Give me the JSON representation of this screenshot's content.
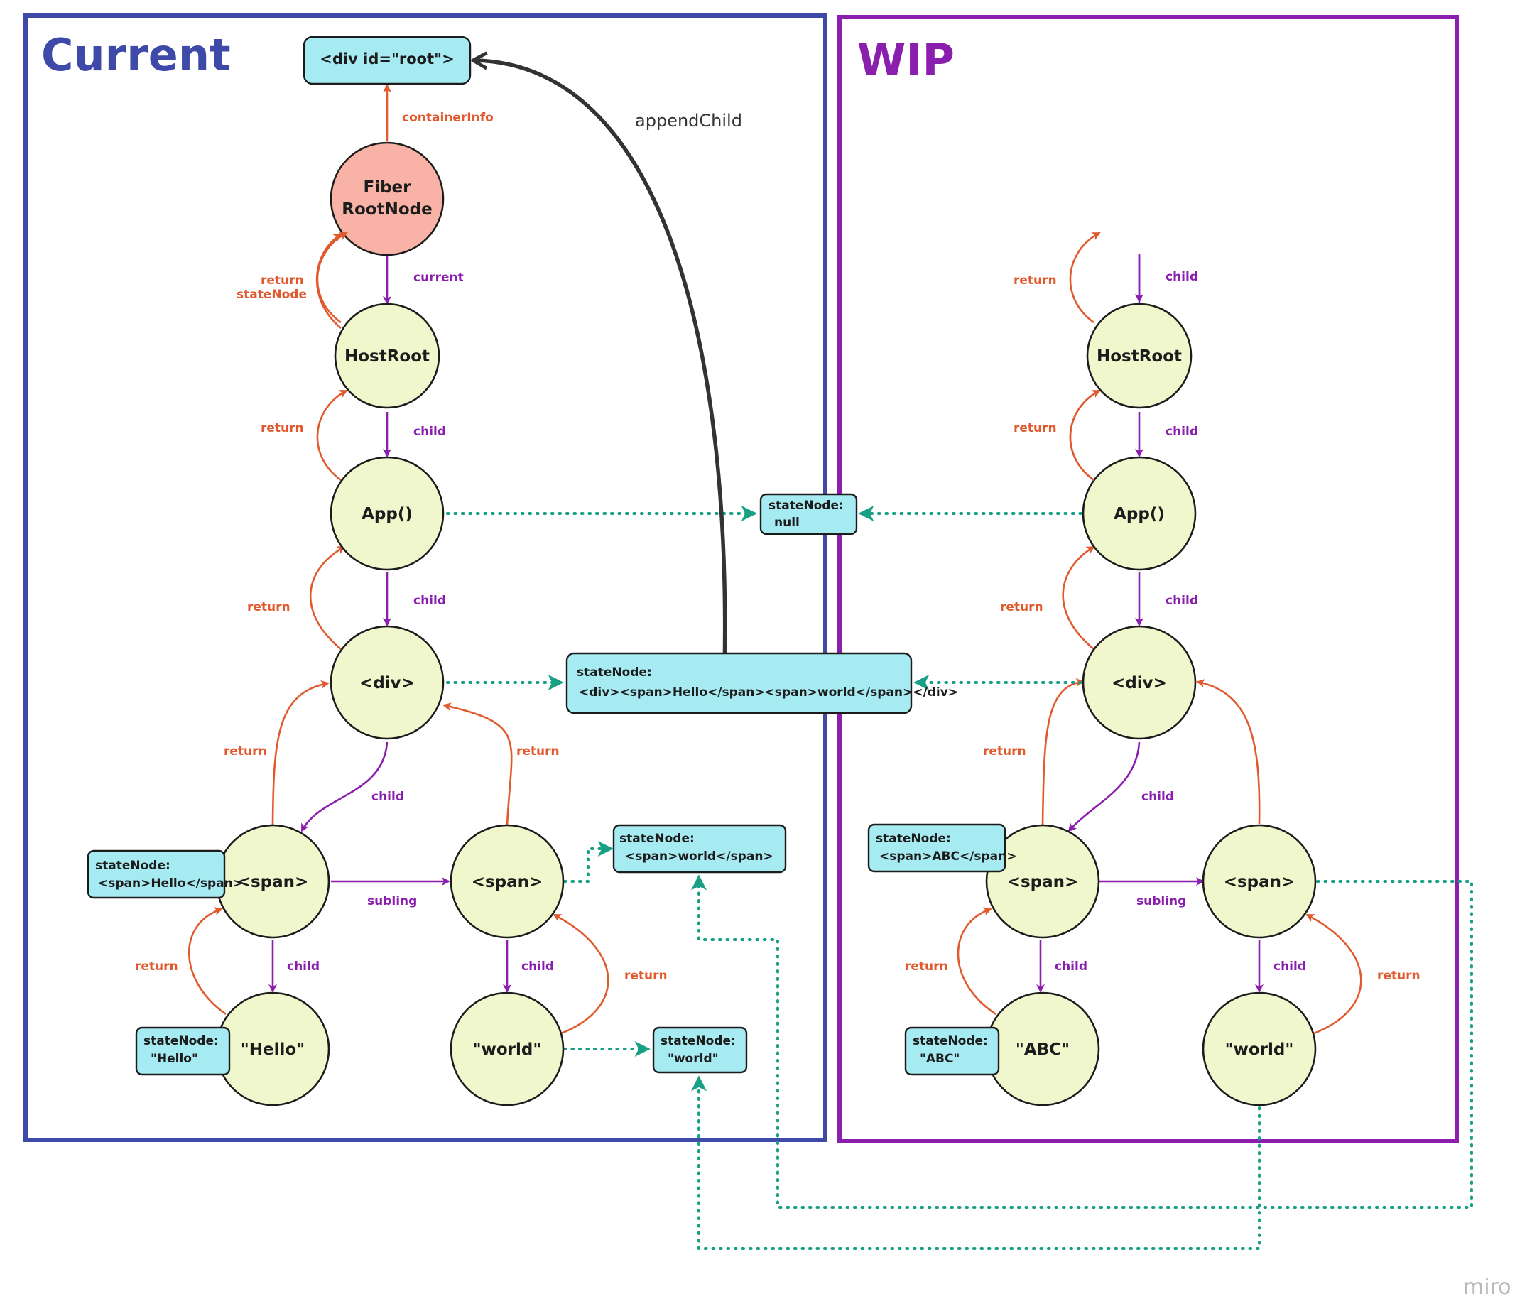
{
  "frames": {
    "current": {
      "title": "Current",
      "color": "#3f4aa8"
    },
    "wip": {
      "title": "WIP",
      "color": "#8a1fae"
    }
  },
  "colors": {
    "return_edge": "#e05a2e",
    "child_edge": "#8a1fae",
    "state_edge": "#17a084",
    "node_fill": "#f1f7cc",
    "root_fill": "#f8b3a6",
    "box_fill": "#a6eaf2"
  },
  "nodes": {
    "fiber_root": [
      "Fiber",
      "RootNode"
    ],
    "c_hostroot": "HostRoot",
    "c_app": "App()",
    "c_div": "<div>",
    "c_span1": "<span>",
    "c_span2": "<span>",
    "c_hello": "\"Hello\"",
    "c_world": "\"world\"",
    "w_hostroot": "HostRoot",
    "w_app": "App()",
    "w_div": "<div>",
    "w_span1": "<span>",
    "w_span2": "<span>",
    "w_abc": "\"ABC\"",
    "w_world": "\"world\""
  },
  "boxes": {
    "root_div": [
      "<div id=\"root\">"
    ],
    "app_state": [
      "stateNode:",
      "null"
    ],
    "div_state": [
      "stateNode:",
      "<div><span>Hello</span><span>world</span></div>"
    ],
    "span_hello_state": [
      "stateNode:",
      "<span>Hello</span>"
    ],
    "span_world_state": [
      "stateNode:",
      "<span>world</span>"
    ],
    "hello_state": [
      "stateNode:",
      "\"Hello\""
    ],
    "world_state": [
      "stateNode:",
      "\"world\""
    ],
    "span_abc_state": [
      "stateNode:",
      "<span>ABC</span>"
    ],
    "abc_state": [
      "stateNode:",
      "\"ABC\""
    ]
  },
  "edge_labels": {
    "container_info": "containerInfo",
    "current": "current",
    "state_node": "stateNode",
    "return": "return",
    "child": "child",
    "sibling": "subling"
  },
  "annotations": {
    "append_child": "appendChild",
    "watermark": "miro"
  }
}
